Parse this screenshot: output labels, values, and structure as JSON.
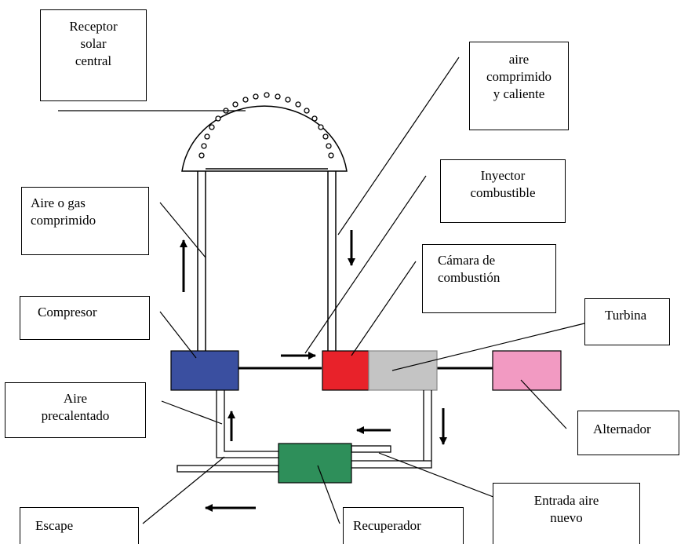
{
  "labels": {
    "receptor": "Receptor\nsolar\ncentral",
    "aire_caliente": "aire\ncomprimido\ny caliente",
    "inyector": "Inyector\ncombustible",
    "aire_gas": "Aire o gas\ncomprimido",
    "camara": "Cámara de\ncombustión",
    "compresor": "Compresor",
    "turbina": "Turbina",
    "aire_precalentado": "Aire\nprecalentado",
    "alternador": "Alternador",
    "entrada_aire": "Entrada aire\nnuevo",
    "escape": "Escape",
    "recuperador": "Recuperador"
  },
  "colors": {
    "compresor": "#3a4fa0",
    "camara": "#e8222a",
    "turbina": "#c4c4c4",
    "alternador": "#f29ac2",
    "recuperador": "#2e8f5a"
  }
}
